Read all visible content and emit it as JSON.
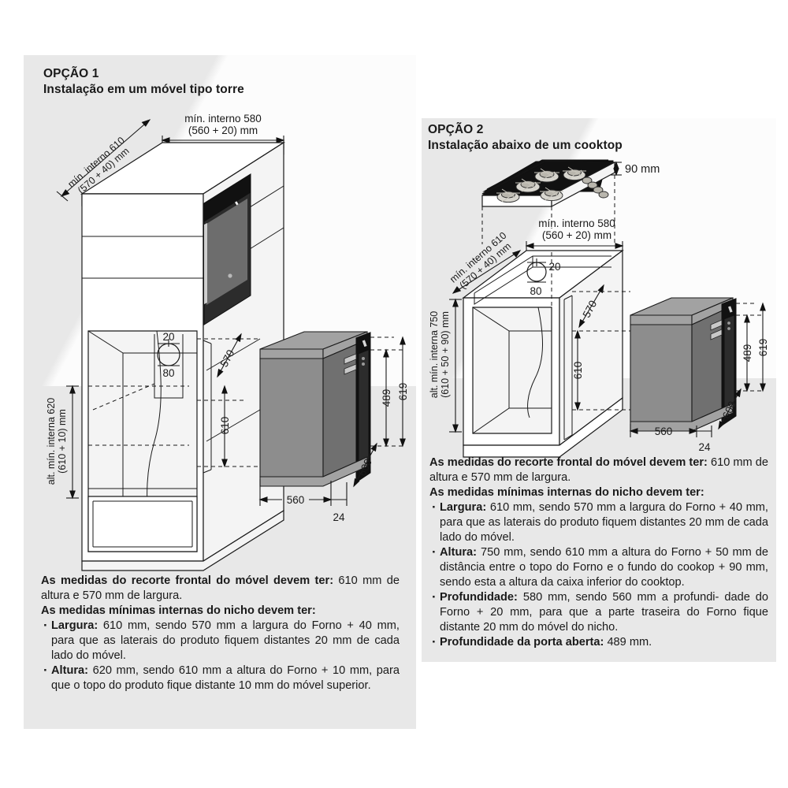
{
  "document": {
    "type": "installation-diagram",
    "language": "pt-BR",
    "background": "#ffffff",
    "panel_color": "#e8e8e8"
  },
  "option1": {
    "heading_line1": "OPÇÃO 1",
    "heading_line2": "Instalação em um móvel tipo torre",
    "dimensions": {
      "top_width": "mín. interno 580\n(560 + 20) mm",
      "top_width_l1": "mín. interno 580",
      "top_width_l2": "(560 + 20) mm",
      "depth_l1": "mín. interno 610",
      "depth_l2": "(570 + 40) mm",
      "height_l1": "alt. mín. interna 620",
      "height_l2": "(610 + 10) mm",
      "hole_top": "20",
      "hole_bottom": "80",
      "niche_depth": "570",
      "niche_height": "610",
      "oven_door_depth": "489",
      "oven_height": "619",
      "oven_depth": "600",
      "oven_width": "560",
      "oven_front_lip": "24"
    },
    "text": {
      "p1_bold": "As medidas do recorte frontal do móvel devem ter:",
      "p1_rest": " 610 mm de altura e 570 mm de largura.",
      "p2_bold": "As medidas mínimas internas do nicho devem ter:",
      "bullets": [
        {
          "label": "Largura:",
          "body": " 610 mm, sendo 570 mm a largura do Forno + 40 mm, para que as laterais do produto fiquem distantes 20 mm de cada lado do móvel."
        },
        {
          "label": "Altura:",
          "body": " 620 mm, sendo 610 mm a altura do Forno + 10 mm, para que o topo do produto fique distante 10 mm do móvel superior."
        }
      ]
    }
  },
  "option2": {
    "heading_line1": "OPÇÃO 2",
    "heading_line2": "Instalação abaixo de um cooktop",
    "dimensions": {
      "cooktop_height": "90 mm",
      "top_width_l1": "mín. interno 580",
      "top_width_l2": "(560 + 20) mm",
      "depth_l1": "mín. interno 610",
      "depth_l2": "(570 + 40) mm",
      "height_l1": "alt. mín. interna 750",
      "height_l2": "(610 + 50 + 90) mm",
      "hole_top": "20",
      "hole_bottom": "80",
      "niche_depth": "570",
      "niche_height": "610",
      "oven_door_depth": "489",
      "oven_height": "619",
      "oven_depth": "600",
      "oven_width": "560",
      "oven_front_lip": "24"
    },
    "text": {
      "p1_bold": "As medidas do recorte frontal do móvel devem ter:",
      "p1_rest": " 610 mm de altura e 570 mm de largura.",
      "p2_bold": "As medidas mínimas internas do nicho devem ter:",
      "bullets": [
        {
          "label": "Largura:",
          "body": " 610 mm, sendo 570 mm a largura do Forno + 40 mm, para que as laterais do produto fiquem distantes 20 mm de cada lado do móvel."
        },
        {
          "label": "Altura:",
          "body": " 750 mm, sendo 610 mm a altura do Forno + 50 mm de distância entre o topo do Forno e o fundo do cookop + 90 mm, sendo esta a altura da caixa inferior do cooktop."
        },
        {
          "label": "Profundidade:",
          "body": " 580 mm, sendo 560 mm a profundi- dade do Forno + 20 mm, para que a parte traseira do Forno fique distante 20 mm do móvel do nicho."
        },
        {
          "label": "Profundidade da porta aberta:",
          "body": " 489 mm."
        }
      ]
    }
  }
}
